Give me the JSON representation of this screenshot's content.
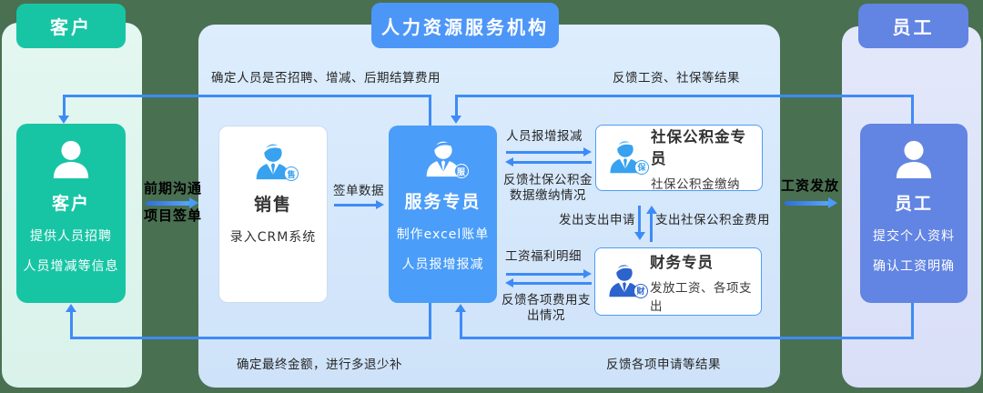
{
  "headers": {
    "customer": "客户",
    "org": "人力资源服务机构",
    "employee": "员工"
  },
  "nodes": {
    "customer": {
      "title": "客户",
      "line1": "提供人员招聘",
      "line2": "人员增减等信息"
    },
    "sales": {
      "title": "销售",
      "line1": "录入CRM系统",
      "badge": "售"
    },
    "service": {
      "title": "服务专员",
      "line1": "制作excel账单",
      "line2": "人员报增报减",
      "badge": "服"
    },
    "shebao": {
      "title": "社保公积金专员",
      "subtitle": "社保公积金缴纳",
      "badge": "保"
    },
    "finance": {
      "title": "财务专员",
      "subtitle": "发放工资、各项支出",
      "badge": "财"
    },
    "employee": {
      "title": "员工",
      "line1": "提交个人资料",
      "line2": "确认工资明确"
    }
  },
  "flow_labels": {
    "confirm_hiring": "确定人员是否招聘、增减、后期结算费用",
    "feedback_salary_social": "反馈工资、社保等结果",
    "early_communication": "前期沟通",
    "project_signing": "项目签单",
    "signing_data": "签单数据",
    "staff_add_remove": "人员报增报减",
    "feedback_fund_line1": "反馈社保公积金",
    "feedback_fund_line2": "数据缴纳情况",
    "expense_request": "发出支出申请",
    "pay_fund_fee": "支出社保公积金费用",
    "salary_welfare_detail": "工资福利明细",
    "feedback_expense_line1": "反馈各项费用支",
    "feedback_expense_line2": "出情况",
    "salary_payment": "工资发放",
    "final_amount": "确定最终金额，进行多退少补",
    "feedback_applications": "反馈各项申请等结果"
  },
  "colors": {
    "background_green": "#4A7052",
    "customer_green": "#17C5A5",
    "org_header_blue": "#4C96F7",
    "service_box_blue": "#4A9DF9",
    "employee_blue": "#6284E3",
    "arrow_blue": "#3E8BF7",
    "icon_blue": "#38A1F0",
    "finance_icon_blue": "#2D63CD"
  }
}
